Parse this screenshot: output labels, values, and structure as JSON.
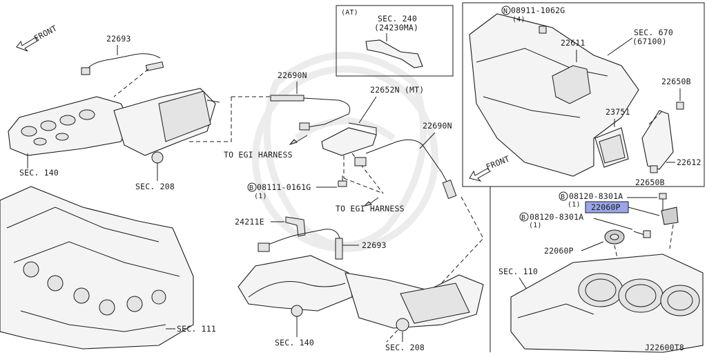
{
  "diagram": {
    "code": "J22600T8",
    "labels": {
      "front_left": "FRONT",
      "front_right": "FRONT",
      "sensor_top": "22693",
      "sensor_mid": "22693",
      "sensor_upper": "22690N",
      "sensor_right": "22690N",
      "bracket_mt": "22652N (MT)",
      "sec140_top": "SEC. 140",
      "sec208_top": "SEC. 208",
      "sec140_bottom": "SEC. 140",
      "sec208_bottom": "SEC. 208",
      "sec111": "SEC. 111",
      "sec110": "SEC. 110",
      "egi_1": "TO EGI HARNESS",
      "egi_2": "TO EGI HARNESS",
      "bolt_b1": "08111-0161G",
      "bolt_b1_qty": "(1)",
      "clip": "24211E",
      "at_tag": "(AT)",
      "at_sec": "SEC. 240",
      "at_part": "(24230MA)",
      "nut_n": "08911-1062G",
      "nut_n_qty": "(4)",
      "ecm_bracket": "22611",
      "sec670": "SEC. 670",
      "sec670_sub": "(67100)",
      "ecm": "23751",
      "bolt_22650b_top": "22650B",
      "bolt_22650b_bottom": "22650B",
      "bracket_22612": "22612",
      "knock_bolt_1": "08120-8301A",
      "knock_bolt_1_qty": "(1)",
      "knock_bolt_2": "08120-8301A",
      "knock_bolt_2_qty": "(1)",
      "knock_sensor_highlight": "22060P",
      "knock_sensor": "22060P"
    },
    "symbols": {
      "bolt_circle": "B",
      "nut_circle": "N"
    },
    "colors": {
      "highlight": "#9aa6e8",
      "ink": "#1a1a1a"
    }
  }
}
